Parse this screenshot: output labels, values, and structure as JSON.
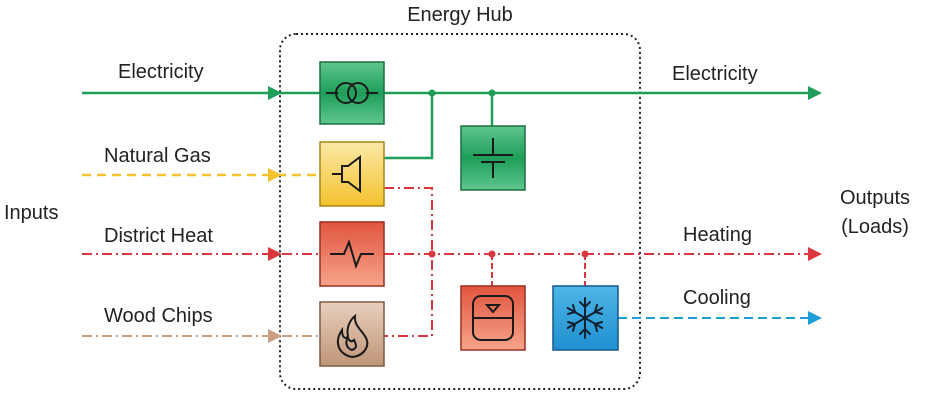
{
  "title": "Energy Hub",
  "inputs_label": "Inputs",
  "outputs_label": [
    "Outputs",
    "(Loads)"
  ],
  "inputs": [
    {
      "label": "Electricity",
      "color": "#1e9e58",
      "line_style": "solid"
    },
    {
      "label": "Natural Gas",
      "color": "#f3c22e",
      "line_style": "dashed"
    },
    {
      "label": "District Heat",
      "color": "#d9363e",
      "line_style": "dash-dot"
    },
    {
      "label": "Wood Chips",
      "color": "#caa083",
      "line_style": "dash-dot"
    }
  ],
  "outputs": [
    {
      "label": "Electricity",
      "color": "#1e9e58",
      "line_style": "solid"
    },
    {
      "label": "Heating",
      "color": "#d9363e",
      "line_style": "dash-dot"
    },
    {
      "label": "Cooling",
      "color": "#1e9fd8",
      "line_style": "dashed"
    }
  ],
  "converters": [
    {
      "name": "transformer",
      "icon": "transformer-icon",
      "color": "#1e9e58"
    },
    {
      "name": "gas-turbine",
      "icon": "turbine-icon",
      "color": "#f3c22e"
    },
    {
      "name": "heat-exchanger",
      "icon": "heat-exchanger-icon",
      "color": "#e8664a"
    },
    {
      "name": "wood-chip-furnace",
      "icon": "flame-icon",
      "color": "#caa083"
    },
    {
      "name": "battery-storage",
      "icon": "battery-icon",
      "color": "#1e9e58"
    },
    {
      "name": "heat-storage",
      "icon": "heat-storage-icon",
      "color": "#e8664a"
    },
    {
      "name": "chiller",
      "icon": "snowflake-icon",
      "color": "#1e9fd8"
    }
  ]
}
